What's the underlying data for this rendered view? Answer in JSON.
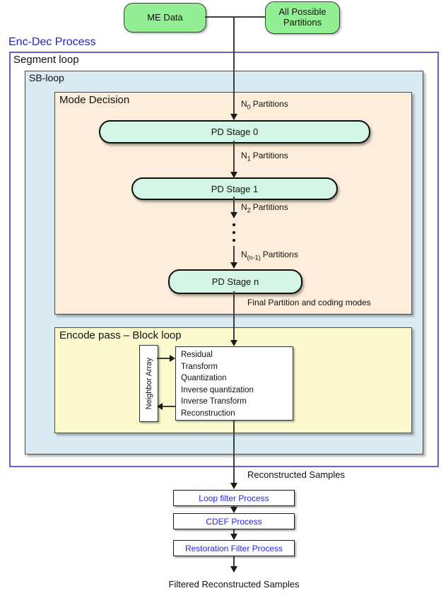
{
  "colors": {
    "green": "#93EF93",
    "mint": "#D4F6E6",
    "peach": "#FDEDDA",
    "yellow": "#FAFACD",
    "light-blue": "#DAEAF2",
    "segment-border": "#6161D6",
    "title-blue": "#2222CC",
    "process-blue": "#2424E8",
    "line": "#3D3D3D"
  },
  "diagram": {
    "title": "Enc-Dec Process",
    "inputs": [
      {
        "label": "ME Data"
      },
      {
        "label": "All Possible Partitions"
      }
    ],
    "segment_loop": {
      "label": "Segment loop"
    },
    "sb_loop": {
      "label": "SB-loop"
    },
    "mode_decision": {
      "label": "Mode Decision",
      "stages": [
        {
          "label": "PD Stage 0"
        },
        {
          "label": "PD Stage 1"
        },
        {
          "label": "PD Stage n"
        }
      ],
      "partitions": [
        {
          "prefix": "N",
          "sub": "0",
          "suffix": "Partitions"
        },
        {
          "prefix": "N",
          "sub": "1",
          "suffix": "Partitions"
        },
        {
          "prefix": "N",
          "sub": "2",
          "suffix": "Partitions"
        },
        {
          "prefix": "N",
          "sub": "(n-1)",
          "suffix": "Partitions"
        }
      ],
      "final_label": "Final Partition and coding modes"
    },
    "encode_pass": {
      "label": "Encode pass – Block loop",
      "neighbor_array": "Neighbor Array",
      "operations": [
        "Residual",
        "Transform",
        "Quantization",
        "Inverse quantization",
        "Inverse Transform",
        "Reconstruction"
      ]
    },
    "outputs": {
      "reconstructed": "Reconstructed Samples",
      "filters": [
        {
          "label": "Loop filter Process"
        },
        {
          "label": "CDEF Process"
        },
        {
          "label": "Restoration Filter Process"
        }
      ],
      "filtered": "Filtered Reconstructed Samples"
    }
  }
}
